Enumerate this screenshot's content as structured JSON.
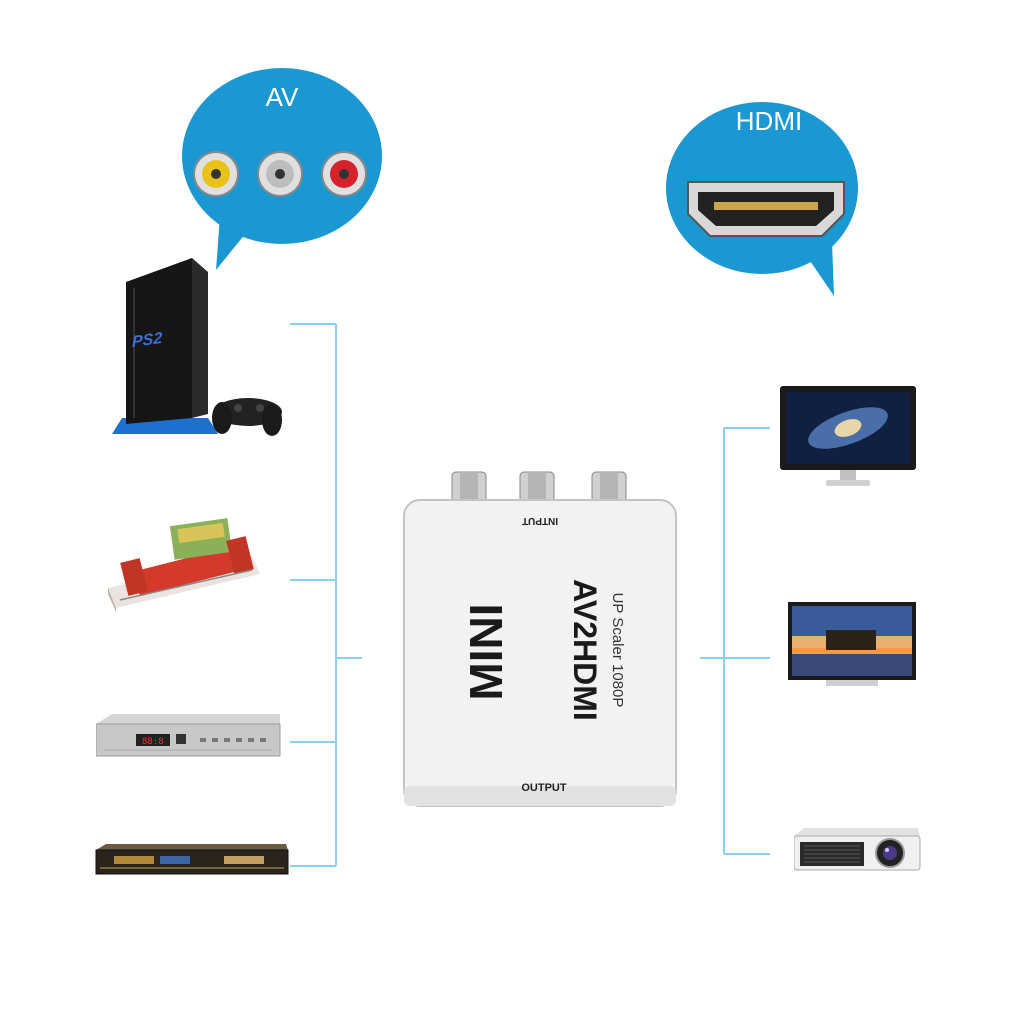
{
  "av_bubble": {
    "label": "AV"
  },
  "hdmi_bubble": {
    "label": "HDMI"
  },
  "converter": {
    "input_label": "INTPUT",
    "output_label": "OUTPUT",
    "mini_label": "MINI",
    "model_label": "AV2HDMI",
    "sub_label": "UP Scaler 1080P"
  },
  "sources": {
    "ps2_logo": "PS2"
  },
  "colors": {
    "bubble_blue": "#1b98d2",
    "line_blue": "#8dcfe8",
    "rca_yellow": "#e8c21a",
    "rca_white": "#cfcfcf",
    "rca_red": "#d4232b"
  }
}
